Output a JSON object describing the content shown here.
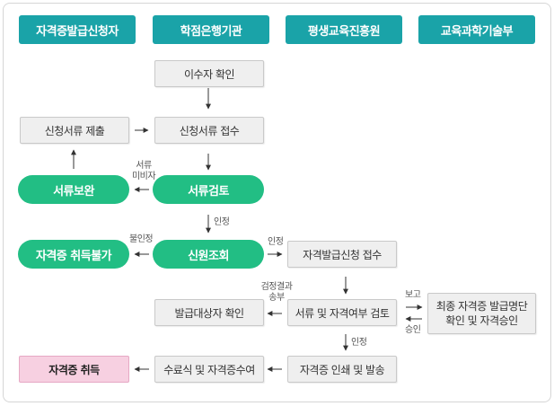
{
  "columns": [
    "자격증발급신청자",
    "학점은행기관",
    "평생교육진흥원",
    "교육과학기술부"
  ],
  "nodes": {
    "check_completion": "이수자 확인",
    "submit_docs": "신청서류 제출",
    "receive_docs": "신청서류 접수",
    "supplement_docs": "서류보완",
    "review_docs": "서류검토",
    "not_eligible": "자격증 취득불가",
    "identity_check": "신원조회",
    "receive_application": "자격발급신청 접수",
    "confirm_target": "발급대상자 확인",
    "review_eligibility": "서류 및 자격여부 검토",
    "final_approval_line1": "최종 자격증 발급명단",
    "final_approval_line2": "확인 및 자격승인",
    "obtain_certificate": "자격증 취득",
    "award_diploma": "수료식 및 자격증수여",
    "print_issue": "자격증 인쇄 및 발송"
  },
  "labels": {
    "docs_missing_line1": "서류",
    "docs_missing_line2": "미비자",
    "approved_1": "인정",
    "not_approved": "불인정",
    "approved_2": "인정",
    "review_result_line1": "검정결과",
    "review_result_line2": "송부",
    "report": "보고",
    "approval": "승인",
    "approved_3": "인정"
  },
  "colors": {
    "header": "#1aa3a8",
    "pill": "#22be84",
    "box": "#efefef",
    "pink": "#f7d0e1"
  }
}
